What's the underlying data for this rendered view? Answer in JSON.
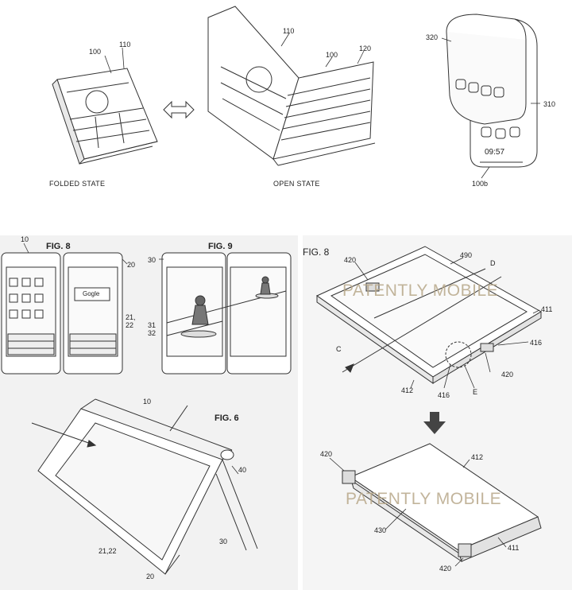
{
  "top": {
    "folded_caption": "FOLDED STATE",
    "open_caption": "OPEN STATE",
    "labels": [
      "100",
      "110",
      "110",
      "100",
      "120",
      "320",
      "310",
      "100b"
    ],
    "clock": "09:57"
  },
  "bottom_left": {
    "fig8_title": "FIG. 8",
    "fig9_title": "FIG. 9",
    "fig6_title": "FIG. 6",
    "google_text": "Gogle",
    "labels": [
      "10",
      "20",
      "21,",
      "22",
      "30",
      "31",
      "32",
      "10",
      "40",
      "30",
      "21,22",
      "20"
    ]
  },
  "bottom_right": {
    "fig_title": "FIG. 8",
    "watermark": "PATENTLY MOBILE",
    "labels": [
      "420",
      "490",
      "D",
      "411",
      "C",
      "416",
      "420",
      "412",
      "416",
      "E",
      "420",
      "412",
      "430",
      "411",
      "420"
    ]
  }
}
